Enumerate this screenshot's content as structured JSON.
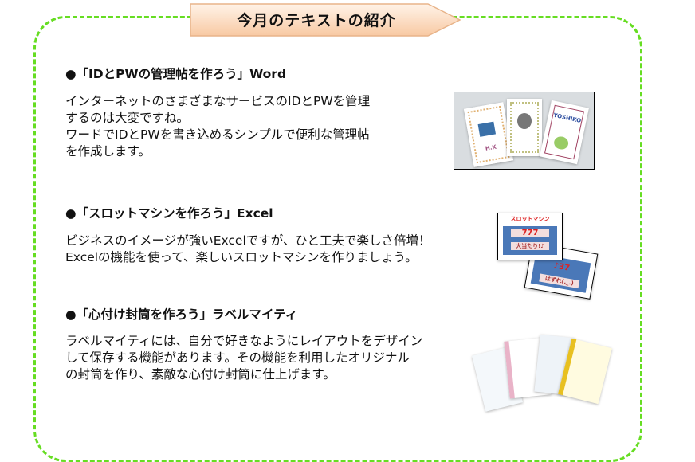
{
  "title": "今月のテキストの紹介",
  "sections": [
    {
      "heading": "●「IDとPWの管理帖を作ろう」Word",
      "body": "インターネットのさまざまなサービスのIDとPWを管理\nするのは大変ですね。\nワードでIDとPWを書き込めるシンプルで便利な管理帖\nを作成します。"
    },
    {
      "heading": "●「スロットマシンを作ろう」Excel",
      "body": "ビジネスのイメージが強いExcelですが、ひと工夫で楽しさ倍増！\nExcelの機能を使って、楽しいスロットマシンを作りましょう。"
    },
    {
      "heading": "●「心付け封筒を作ろう」ラベルマイティ",
      "body": "ラベルマイティには、自分で好きなようにレイアウトをデザイン\nして保存する機能があります。その機能を利用したオリジナル\nの封筒を作り、素敵な心付け封筒に仕上げます。"
    }
  ],
  "images": {
    "notebook": {
      "card1": "H.K",
      "card3": "YOSHIKO"
    },
    "slot": {
      "title": "スロットマシン",
      "win_reels": "777",
      "win_msg": "大当たり!♪",
      "lose_reels": "♪37",
      "lose_msg": "はずれ(._.)"
    }
  },
  "colors": {
    "border": "#66dd22",
    "banner": "#fbd9bd"
  }
}
